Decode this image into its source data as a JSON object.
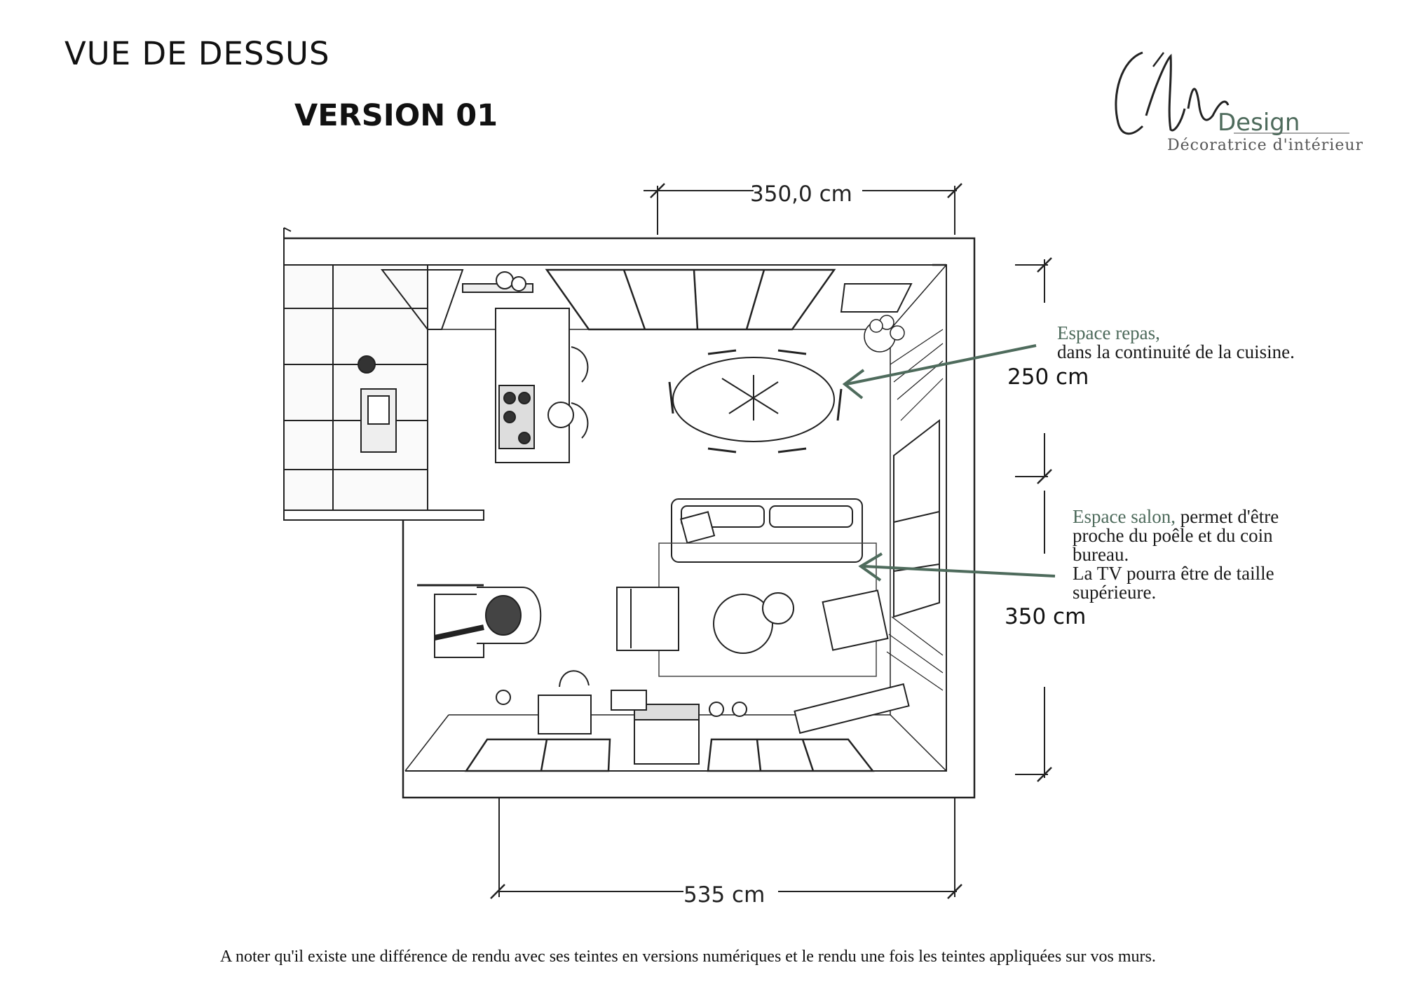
{
  "header": {
    "title": "VUE DE DESSUS",
    "version": "VERSION 01"
  },
  "logo": {
    "script_name": "Céline",
    "brand": "Design",
    "tagline": "Décoratrice d'intérieur",
    "accent_color": "#4e6b5c"
  },
  "dimensions": {
    "top_width": "350,0 cm",
    "bottom_width": "535 cm",
    "right_upper": "250 cm",
    "right_lower": "350 cm"
  },
  "annotations": {
    "dining": {
      "accent": "Espace repas,",
      "line2": "dans la continuité de la cuisine."
    },
    "living": {
      "accent": "Espace salon,",
      "line1_rest": " permet d'être",
      "line2": "proche du poêle et du coin",
      "line3": "bureau.",
      "line4": "La TV pourra être de taille",
      "line5": "supérieure."
    }
  },
  "footer": {
    "note": "A noter qu'il existe une différence de rendu avec ses teintes en versions numériques et le rendu une fois les teintes appliquées sur vos murs."
  },
  "colors": {
    "line": "#222222",
    "arrow": "#4e6b5c"
  }
}
